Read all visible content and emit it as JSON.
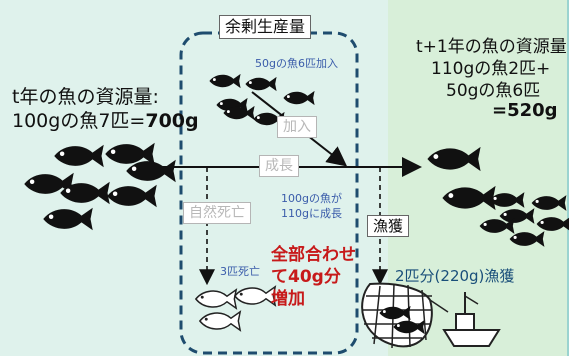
{
  "diagram": {
    "surplus_title": "余剰生産量",
    "left": {
      "line1": "t年の魚の資源量:",
      "line2_prefix": "100gの魚7匹=",
      "line2_value": "700g"
    },
    "right": {
      "line1": "t+1年の魚の資源量",
      "line2": "110gの魚2匹+",
      "line3": "50gの魚6匹",
      "line4": "=520g"
    },
    "added_note": "50gの魚6匹加入",
    "label_added": "加入",
    "label_growth": "成長",
    "growth_note_line1": "100gの魚が",
    "growth_note_line2": "110gに成長",
    "label_natural_death": "自然死亡",
    "death_note": "3匹死亡",
    "total_line1": "全部合わせ",
    "total_line2": "て40g分",
    "total_line3": "増加",
    "label_fishing": "漁獲",
    "catch_note": "2匹分(220g)漁獲",
    "colors": {
      "bg_left": "#dff2ec",
      "bg_right": "#d8efd9",
      "dashed_box": "#1e4c6e",
      "total_red": "#c71a1a",
      "note_blue": "#3a5caa",
      "fish": "#111111"
    }
  }
}
